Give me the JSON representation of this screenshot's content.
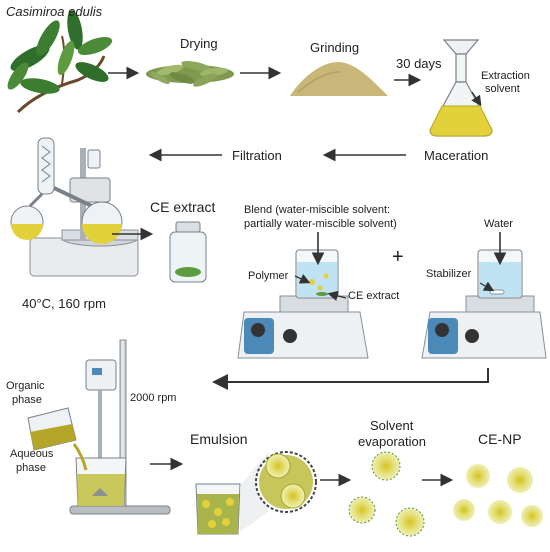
{
  "colors": {
    "leaf": "#2f6e2b",
    "leaf_light": "#5e9b3f",
    "dried": "#8da85a",
    "powder": "#c9b779",
    "extract": "#e3d13c",
    "liquid_blue": "#bfe3f2",
    "device_blue": "#4a89b8",
    "nanoparticle": "#d5d86a",
    "arrow": "#333333"
  },
  "icons": {
    "plant": "plant-icon",
    "dried_leaves": "dried-leaves-icon",
    "powder": "powder-pile-icon",
    "flask": "erlenmeyer-flask-icon",
    "rotavap": "rotary-evaporator-icon",
    "vial": "extract-vial-icon",
    "stirrer": "magnetic-stirrer-icon",
    "homogenizer": "homogenizer-icon"
  },
  "row1": {
    "species": "Casimiroa edulis",
    "drying": "Drying",
    "grinding": "Grinding",
    "days": "30 days",
    "solvent_line1": "Extraction",
    "solvent_line2": "solvent"
  },
  "row2": {
    "maceration": "Maceration",
    "filtration": "Filtration"
  },
  "row3": {
    "ce_extract_title": "CE extract",
    "blend_line1": "Blend (water-miscible solvent:",
    "blend_line2": "partially water-miscible solvent)",
    "water": "Water",
    "polymer": "Polymer",
    "ce_extract": "CE extract",
    "stabilizer": "Stabilizer",
    "plus": "+",
    "rotavap_conditions": "40°C, 160 rpm"
  },
  "row4": {
    "organic_line1": "Organic",
    "organic_line2": "phase",
    "aqueous_line1": "Aqueous",
    "aqueous_line2": "phase",
    "rpm": "2000 rpm",
    "emulsion": "Emulsion",
    "solvent_line1": "Solvent",
    "solvent_line2": "evaporation",
    "ce_np": "CE-NP"
  }
}
